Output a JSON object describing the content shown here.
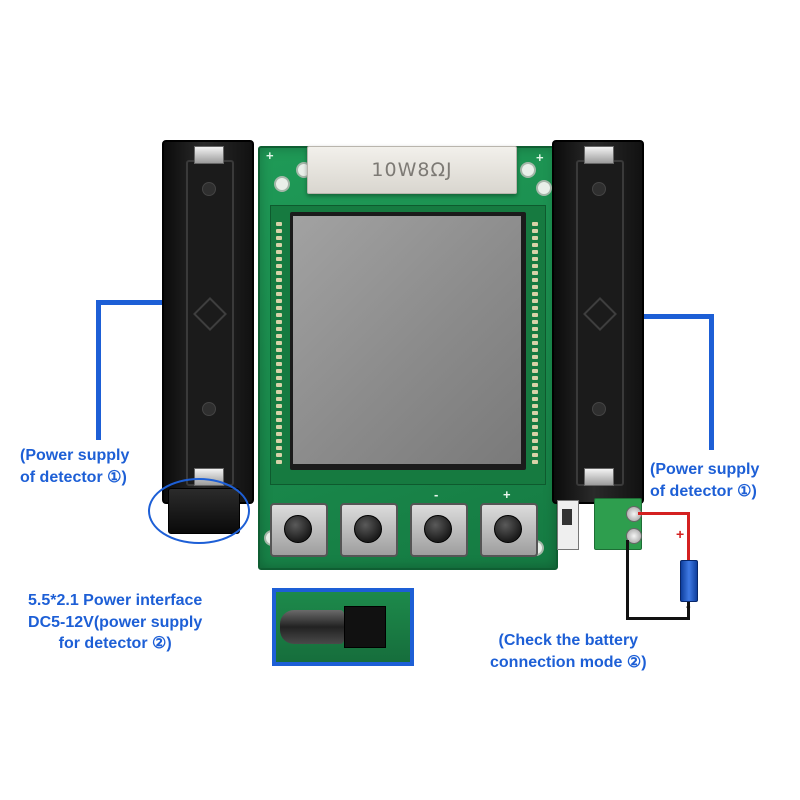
{
  "resistor_marking": "10W8ΩJ",
  "labels": {
    "left_supply": [
      "(Power supply",
      "of detector ①)"
    ],
    "right_supply": [
      "(Power supply",
      "of detector ①)"
    ],
    "power_interface": [
      "5.5*2.1 Power interface",
      "DC5-12V(power supply",
      "for detector ②)"
    ],
    "battery_check": [
      "(Check the battery",
      "connection mode ②)"
    ]
  },
  "board_marks": {
    "plus_top_left": "+",
    "plus_top_right": "+",
    "button_minus": "-",
    "button_plus": "+",
    "cell_plus": "+",
    "cell_minus": "-"
  },
  "colors": {
    "annotation_blue": "#1d5fd6",
    "pcb_green": "#1a8a4c",
    "cable_red": "#d42020",
    "cable_black": "#111111"
  }
}
